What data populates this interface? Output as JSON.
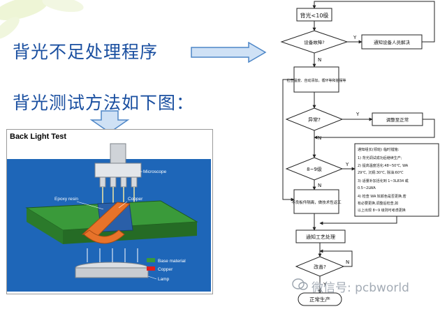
{
  "slide": {
    "title_main": "背光不足处理程序",
    "title_sub": "背光测试方法如下图：",
    "watermark": "微信号: pcbworld"
  },
  "backlight_figure": {
    "title": "Back Light Test",
    "labels": {
      "microscope": "Microscope",
      "epoxy": "Epoxy resin",
      "copper_top": "Copper",
      "base_material": "Base material",
      "copper_legend": "Copper",
      "lamp": "Lamp"
    },
    "colors": {
      "background_blue": "#1e66b8",
      "base_material": "#3a9a3a",
      "copper": "#e8732a"
    }
  },
  "flowchart": {
    "start": "背光<10级",
    "d1": "设备故障?",
    "d1_yes_box": "通知设备人员解决",
    "step1": "检查温度、自动添加，循环等和摇摆等",
    "d2": "异常?",
    "d2_yes_box": "调整至正常",
    "d3": "8~9级",
    "d3_note_title": "通知组长(领班)  临时措施:",
    "d3_note_lines": [
      "1) 背光调试成功后继续生产;",
      "2) 提高温度活化:48~50℃, WA",
      "   29℃, 沉铜:30℃, 除油:60℃",
      "3) 适量补加活化到 1~3L834 或",
      "   0.5~2LWA",
      "4) 检查 WA 缸颜色是否更换,若",
      "   有必要更换,调整后检查,如",
      "   以上出现 8~9 级则可考虑更换"
    ],
    "step2": "不良板件隔离，做技术性返工",
    "step3": "通知工艺处理",
    "d4": "改善?",
    "end": "正常生产",
    "yes": "Y",
    "no": "N"
  }
}
